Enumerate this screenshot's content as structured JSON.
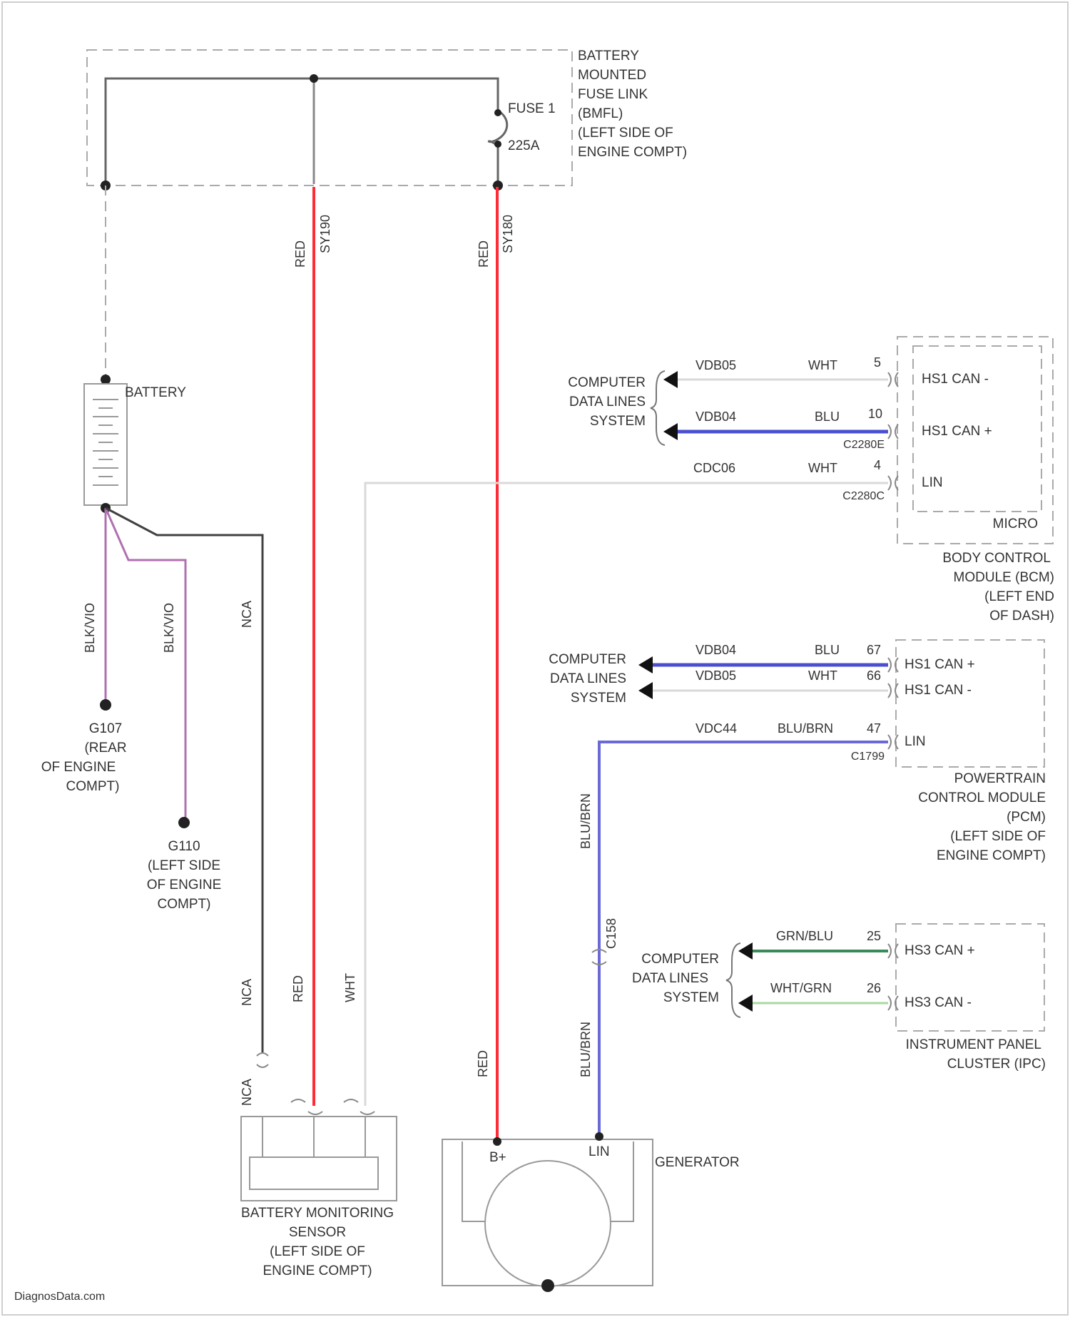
{
  "fuse_box": {
    "title_lines": [
      "BATTERY",
      "MOUNTED",
      "FUSE LINK",
      "(BMFL)",
      "(LEFT SIDE OF",
      "ENGINE COMPT)"
    ],
    "fuse_name": "FUSE 1",
    "fuse_rating": "225A"
  },
  "battery": {
    "label": "BATTERY"
  },
  "circuits": {
    "bmfl_to_bms": {
      "color": "RED",
      "id": "SY190"
    },
    "bmfl_to_gen": {
      "color": "RED",
      "id": "SY180"
    }
  },
  "grounds": {
    "wire_a_color": "BLK/VIO",
    "wire_b_color": "BLK/VIO",
    "nca_color": "NCA",
    "g107": {
      "name": "G107",
      "lines": [
        "(REAR",
        "OF ENGINE",
        "COMPT)"
      ]
    },
    "g110": {
      "name": "G110",
      "lines": [
        "(LEFT SIDE",
        "OF ENGINE",
        "COMPT)"
      ]
    }
  },
  "bcm": {
    "data_lines_label": [
      "COMPUTER",
      "DATA LINES",
      "SYSTEM"
    ],
    "pins": [
      {
        "circuit": "VDB05",
        "color": "WHT",
        "pin": "5",
        "name": "HS1 CAN -"
      },
      {
        "circuit": "VDB04",
        "color": "BLU",
        "pin": "10",
        "name": "HS1 CAN +"
      },
      {
        "circuit": "CDC06",
        "color": "WHT",
        "pin": "4",
        "name": "LIN"
      }
    ],
    "connector_a": "C2280E",
    "connector_b": "C2280C",
    "micro_label": "MICRO",
    "title_lines": [
      "BODY CONTROL",
      "MODULE (BCM)",
      "(LEFT END",
      "OF DASH)"
    ]
  },
  "pcm": {
    "data_lines_label": [
      "COMPUTER",
      "DATA LINES",
      "SYSTEM"
    ],
    "pins": [
      {
        "circuit": "VDB04",
        "color": "BLU",
        "pin": "67",
        "name": "HS1 CAN +"
      },
      {
        "circuit": "VDB05",
        "color": "WHT",
        "pin": "66",
        "name": "HS1 CAN -"
      },
      {
        "circuit": "VDC44",
        "color": "BLU/BRN",
        "pin": "47",
        "name": "LIN"
      }
    ],
    "connector": "C1799",
    "title_lines": [
      "POWERTRAIN",
      "CONTROL MODULE",
      "(PCM)",
      "(LEFT SIDE OF",
      "ENGINE COMPT)"
    ]
  },
  "ipc": {
    "data_lines_label": [
      "COMPUTER",
      "DATA LINES",
      "SYSTEM"
    ],
    "pins": [
      {
        "color": "GRN/BLU",
        "pin": "25",
        "name": "HS3 CAN +"
      },
      {
        "color": "WHT/GRN",
        "pin": "26",
        "name": "HS3 CAN -"
      }
    ],
    "title_lines": [
      "INSTRUMENT PANEL",
      "CLUSTER (IPC)"
    ]
  },
  "lin_wire": {
    "color_upper": "BLU/BRN",
    "connector": "C158",
    "color_lower": "BLU/BRN"
  },
  "bms": {
    "wire_colors": [
      "NCA",
      "RED",
      "WHT"
    ],
    "nca_lower": "NCA",
    "title_lines": [
      "BATTERY MONITORING",
      "SENSOR",
      "(LEFT SIDE OF",
      "ENGINE COMPT)"
    ]
  },
  "generator": {
    "label": "GENERATOR",
    "wire_color": "RED",
    "terminal_b": "B+",
    "terminal_lin": "LIN"
  },
  "watermark": "DiagnosData.com",
  "colors": {
    "power": "#ff2b36",
    "can_blue": "#4a4fd0",
    "lin_blue": "#6a6ad6",
    "can_white": "#d9d9d9",
    "ground_violet": "#b070b0",
    "ground_black": "#404040",
    "hs3_green": "#3a8a5a",
    "hs3_light_green": "#a8d8a0",
    "dashed": "#aaaaaa"
  }
}
